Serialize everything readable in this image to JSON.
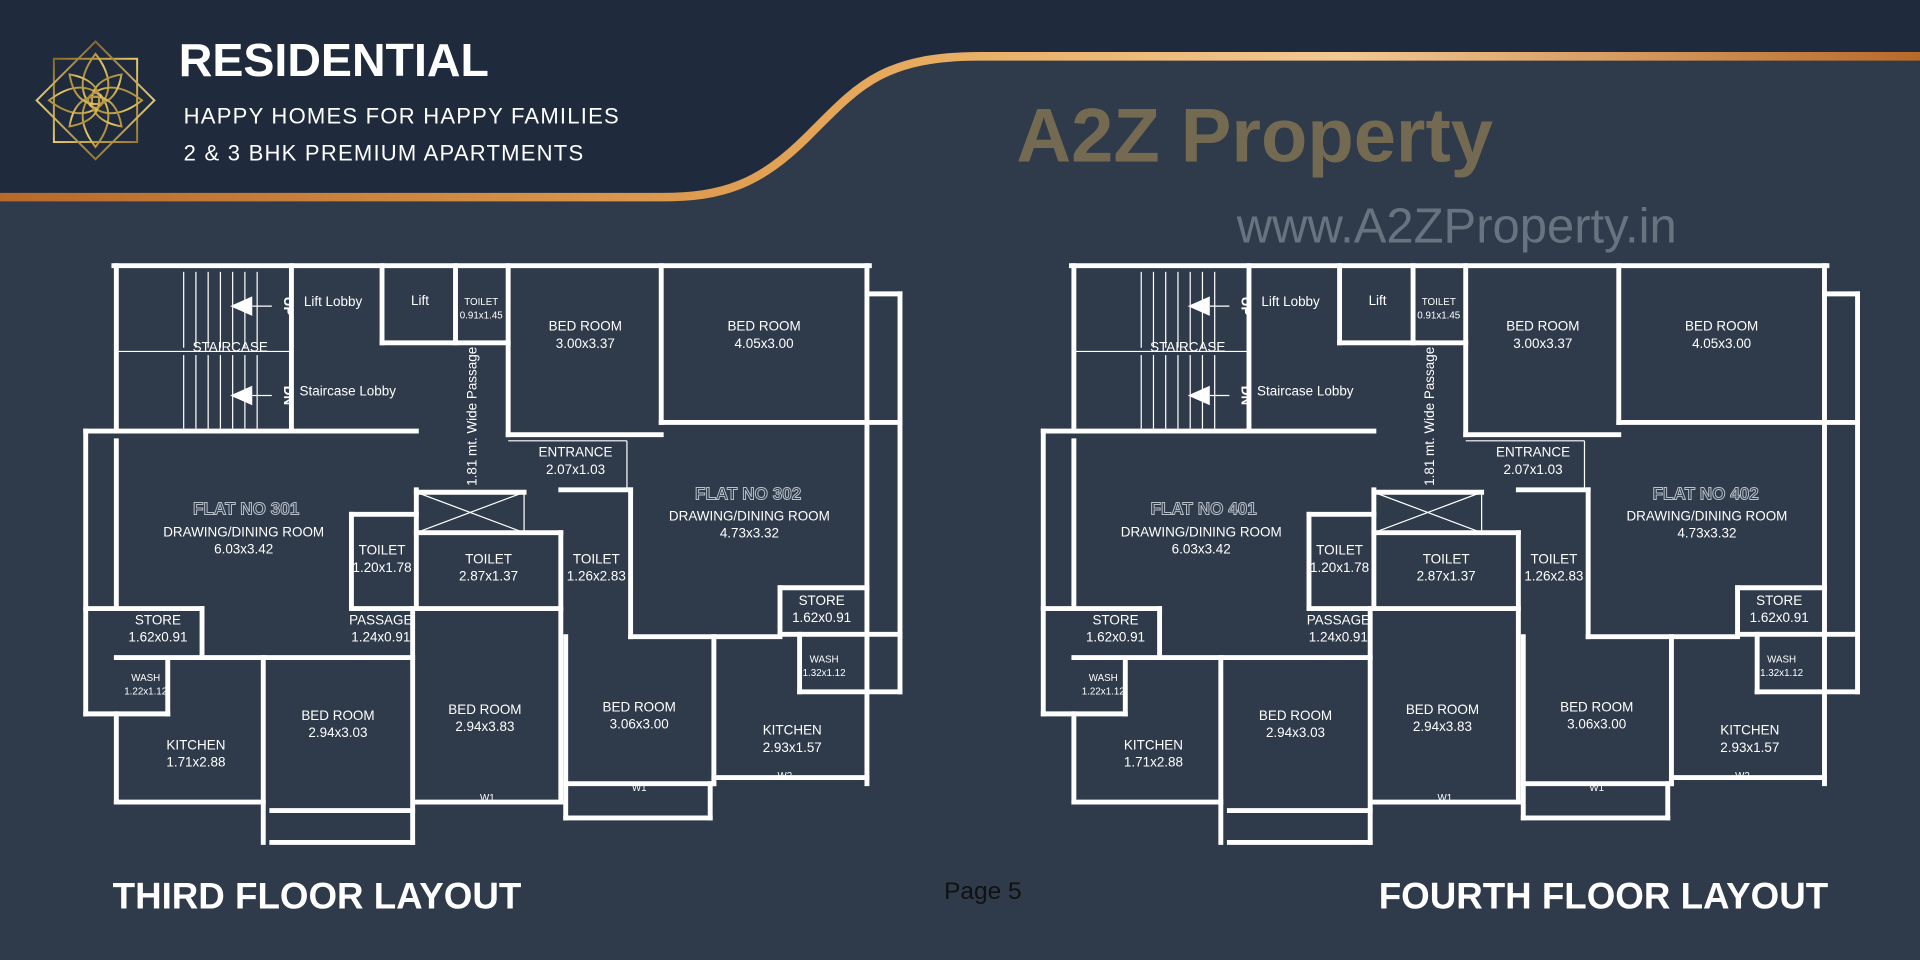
{
  "header": {
    "title": "RESIDENTIAL",
    "subtitle_1": "HAPPY HOMES FOR HAPPY FAMILIES",
    "subtitle_2": "2 & 3 BHK PREMIUM APARTMENTS",
    "logo_icon": "lotus-mandala-icon"
  },
  "colors": {
    "header_bg": "#1f2b3d",
    "page_bg": "#2f3a4a",
    "gold_dark": "#b8692a",
    "gold_light": "#f2c891",
    "wall": "#ffffff"
  },
  "plan": {
    "rooms": [
      {
        "name": "Lift Lobby",
        "size": ""
      },
      {
        "name": "Lift",
        "size": ""
      },
      {
        "name": "TOILET",
        "size": "0.91x1.45"
      },
      {
        "name": "BED ROOM",
        "size": "3.00x3.37"
      },
      {
        "name": "BED ROOM",
        "size": "4.05x3.00"
      },
      {
        "name": "STAIRCASE",
        "size": ""
      },
      {
        "name": "Staircase Lobby",
        "size": ""
      },
      {
        "name": "ENTRANCE",
        "size": "2.07x1.03"
      },
      {
        "name": "DRAWING/DINING ROOM",
        "size": "6.03x3.42"
      },
      {
        "name": "DRAWING/DINING ROOM",
        "size": "4.73x3.32"
      },
      {
        "name": "TOILET",
        "size": "1.20x1.78"
      },
      {
        "name": "TOILET",
        "size": "2.87x1.37"
      },
      {
        "name": "TOILET",
        "size": "1.26x2.83"
      },
      {
        "name": "STORE",
        "size": "1.62x0.91"
      },
      {
        "name": "PASSAGE",
        "size": "1.24x0.91"
      },
      {
        "name": "STORE",
        "size": "1.62x0.91"
      },
      {
        "name": "WASH",
        "size": "1.22x1.12"
      },
      {
        "name": "WASH",
        "size": "1.32x1.12"
      },
      {
        "name": "KITCHEN",
        "size": "1.71x2.88"
      },
      {
        "name": "BED ROOM",
        "size": "2.94x3.03"
      },
      {
        "name": "BED ROOM",
        "size": "2.94x3.83"
      },
      {
        "name": "BED ROOM",
        "size": "3.06x3.00"
      },
      {
        "name": "KITCHEN",
        "size": "2.93x1.57"
      }
    ],
    "passage_label": "1.81 mt. Wide Passage",
    "up_label": "UP",
    "dn_label": "DN",
    "window_labels": [
      "W1",
      "W1",
      "W2"
    ]
  },
  "floors": [
    {
      "title": "THIRD FLOOR LAYOUT",
      "flat_left": "FLAT NO 301",
      "flat_right": "FLAT NO 302"
    },
    {
      "title": "FOURTH FLOOR LAYOUT",
      "flat_left": "FLAT NO 401",
      "flat_right": "FLAT NO 402"
    }
  ],
  "watermark": {
    "brand": "A2Z Property",
    "url": "www.A2ZProperty.in"
  },
  "footer": {
    "page_label": "Page 5"
  }
}
